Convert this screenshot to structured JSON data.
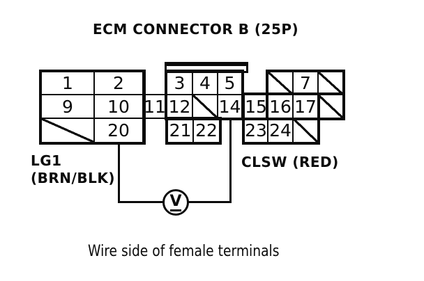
{
  "title": "ECM CONNECTOR B (25P)",
  "footer": "Wire side of female terminals",
  "labels": {
    "lg1_name": "LG1",
    "lg1_wire": "(BRN/BLK)",
    "clsw": "CLSW (RED)"
  },
  "meter": {
    "symbol": "V"
  },
  "connector": {
    "type": "pin-grid",
    "pins": {
      "p1": "1",
      "p2": "2",
      "p3": "3",
      "p4": "4",
      "p5": "5",
      "p7": "7",
      "p9": "9",
      "p10": "10",
      "p11": "11",
      "p12": "12",
      "p14": "14",
      "p15": "15",
      "p16": "16",
      "p17": "17",
      "p20": "20",
      "p21": "21",
      "p22": "22",
      "p23": "23",
      "p24": "24"
    }
  },
  "colors": {
    "ink": "#0b0b0b",
    "paper": "#ffffff"
  }
}
